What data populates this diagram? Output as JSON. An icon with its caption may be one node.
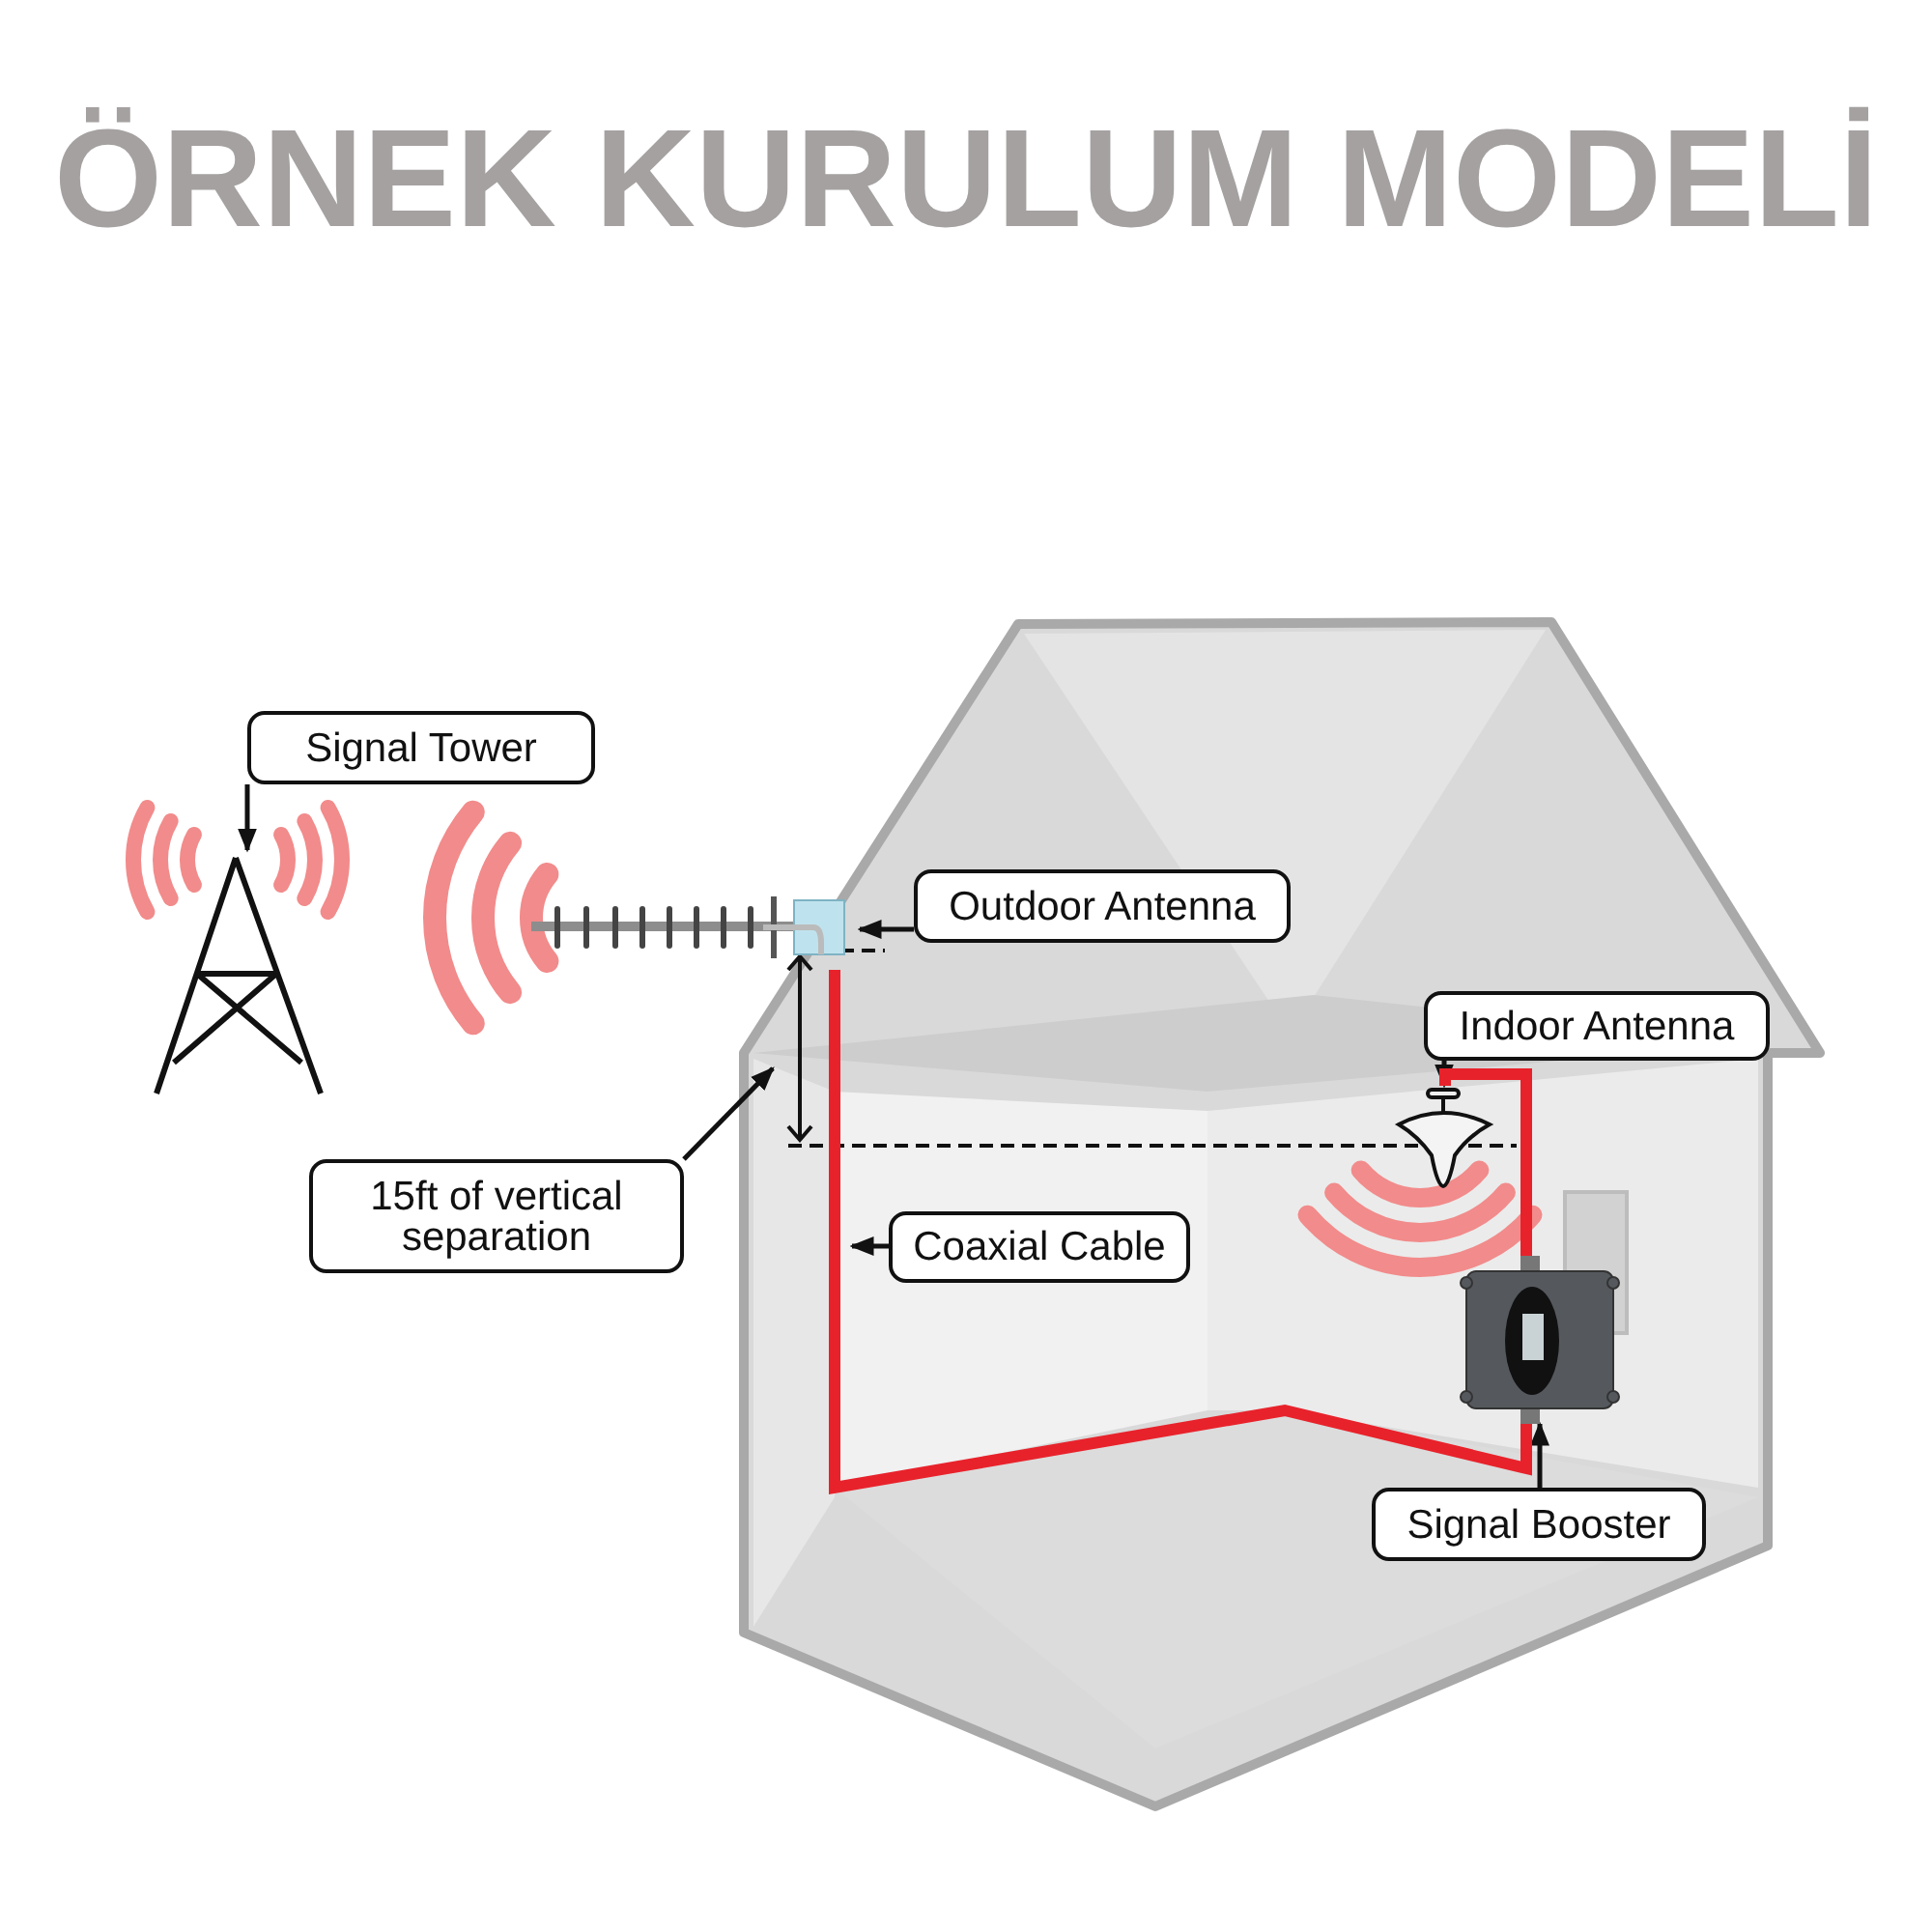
{
  "diagram": {
    "title": "ÖRNEK KURULUM MODELİ",
    "nodes": [
      {
        "text": [
          "Signal Tower"
        ]
      },
      {
        "text": [],
        "shape": "picture"
      },
      {
        "text": [
          "Outdoor Antenna"
        ]
      },
      {
        "text": [],
        "shape": "picture"
      },
      {
        "text": [
          "Indoor Antenna"
        ]
      },
      {
        "text": [],
        "shape": "picture"
      },
      {
        "text": [
          "15ft of vertical separation"
        ]
      },
      {
        "text": [
          "Coaxial Cable"
        ]
      },
      {
        "text": [],
        "shape": "picture"
      },
      {
        "text": [
          "Signal Booster"
        ]
      }
    ],
    "edges": [
      {
        "from": 0,
        "to": 1,
        "arrow": "to"
      },
      {
        "from": 2,
        "to": 3,
        "arrow": "to"
      },
      {
        "from": 4,
        "to": 5,
        "arrow": "to"
      },
      {
        "from": 6,
        "to": null,
        "arrow": "to"
      },
      {
        "from": 7,
        "to": null,
        "arrow": "to"
      },
      {
        "from": 9,
        "to": 8,
        "arrow": "to"
      },
      {
        "from": 3,
        "to": 8,
        "arrow": "none",
        "style": "thick",
        "color": "#e8222b"
      },
      {
        "from": 8,
        "to": 5,
        "arrow": "none",
        "style": "thick",
        "color": "#e8222b"
      }
    ]
  }
}
